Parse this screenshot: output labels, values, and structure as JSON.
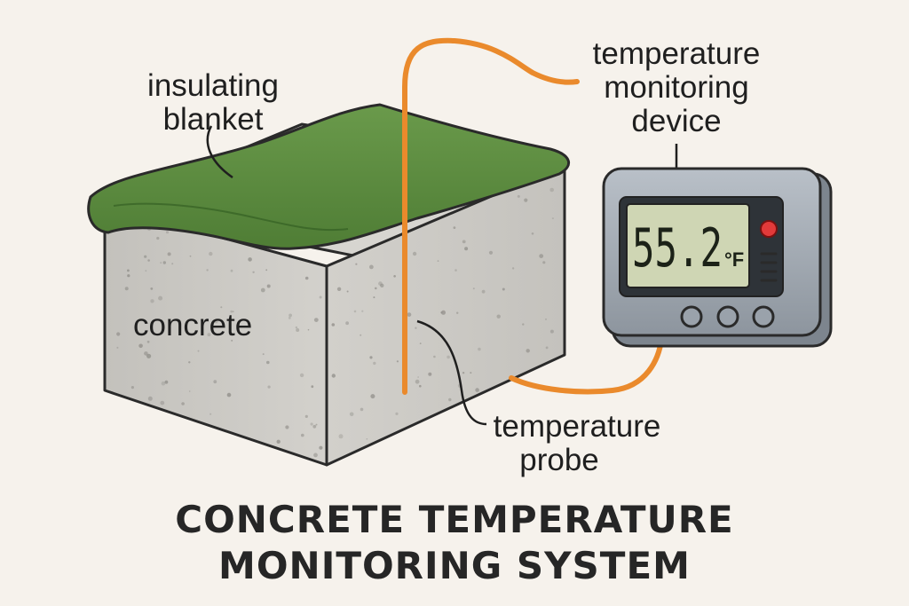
{
  "labels": {
    "blanket_line1": "insulating",
    "blanket_line2": "blanket",
    "concrete": "concrete",
    "device_line1": "temperature",
    "device_line2": "monitoring",
    "device_line3": "device",
    "probe_line1": "temperature",
    "probe_line2": "probe"
  },
  "device": {
    "reading": "55.2",
    "unit": "°F"
  },
  "title": {
    "line1": "CONCRETE TEMPERATURE",
    "line2": "MONITORING SYSTEM"
  },
  "colors": {
    "background": "#f6f2ec",
    "blanket": "#5a8a3f",
    "concrete": "#c9c7c2",
    "wire": "#ea8a2c",
    "lcd": "#cfd6b4",
    "indicator": "#e23a3a"
  }
}
